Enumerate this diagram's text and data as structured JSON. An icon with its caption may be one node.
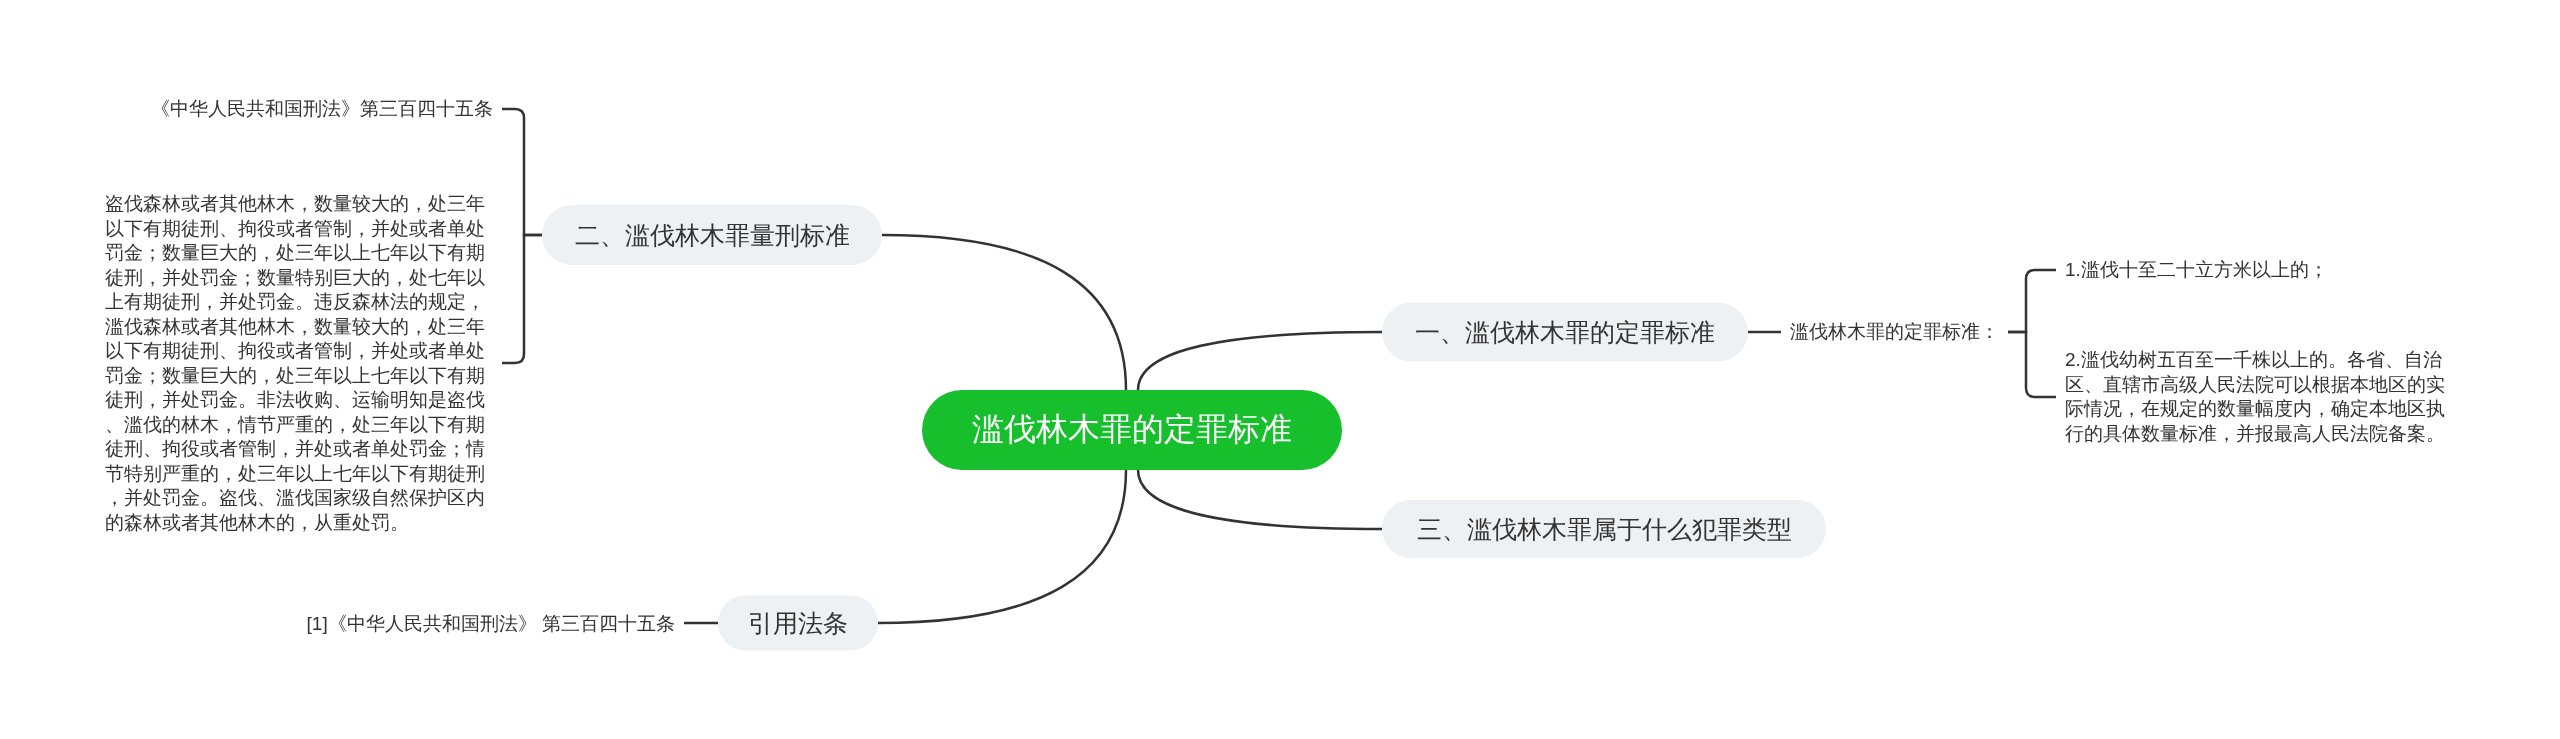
{
  "diagram": {
    "nodes": [
      {
        "text": [
          "滥伐林木罪的定罪标准"
        ]
      },
      {
        "text": [
          "二、滥伐林木罪量刑标准"
        ]
      },
      {
        "text": [
          "《中华人民共和国刑法》第三百四十五条"
        ]
      },
      {
        "text": [
          "盗伐森林或者其他林木，数量较大的，处三年以下有期徒刑、拘役或者管制，并处或者单处罚金；数量巨大的，处三年以上七年以下有期徒刑，并处罚金；数量特别巨大的，处七年以上有期徒刑，并处罚金。违反森林法的规定，滥伐森林或者其他林木，数量较大的，处三年以下有期徒刑、拘役或者管制，并处或者单处罚金；数量巨大的，处三年以上七年以下有期徒刑，并处罚金。非法收购、运输明知是盗伐、滥伐的林木，情节严重的，处三年以下有期徒刑、拘役或者管制，并处或者单处罚金；情节特别严重的，处三年以上七年以下有期徒刑，并处罚金。盗伐、滥伐国家级自然保护区内的森林或者其他林木的，从重处罚。"
        ]
      },
      {
        "text": [
          "一、滥伐林木罪的定罪标准"
        ]
      },
      {
        "text": [
          "滥伐林木罪的定罪标准："
        ]
      },
      {
        "text": [
          "1.滥伐十至二十立方米以上的；"
        ]
      },
      {
        "text": [
          "2.滥伐幼树五百至一千株以上的。各省、自治区、直辖市高级人民法院可以根据本地区的实际情况，在规定的数量幅度内，确定本地区执行的具体数量标准，并报最高人民法院备案。"
        ]
      },
      {
        "text": [
          "三、滥伐林木罪属于什么犯罪类型"
        ]
      },
      {
        "text": [
          "引用法条"
        ]
      },
      {
        "text": [
          "[1]《中华人民共和国刑法》 第三百四十五条"
        ]
      }
    ],
    "edges": [
      {
        "from": 0,
        "to": 1,
        "arrow": "none"
      },
      {
        "from": 1,
        "to": 2,
        "arrow": "none"
      },
      {
        "from": 1,
        "to": 3,
        "arrow": "none"
      },
      {
        "from": 0,
        "to": 4,
        "arrow": "none"
      },
      {
        "from": 4,
        "to": 5,
        "arrow": "none"
      },
      {
        "from": 5,
        "to": 6,
        "arrow": "none"
      },
      {
        "from": 5,
        "to": 7,
        "arrow": "none"
      },
      {
        "from": 0,
        "to": 8,
        "arrow": "none"
      },
      {
        "from": 0,
        "to": 9,
        "arrow": "none"
      },
      {
        "from": 9,
        "to": 10,
        "arrow": "none"
      }
    ]
  }
}
